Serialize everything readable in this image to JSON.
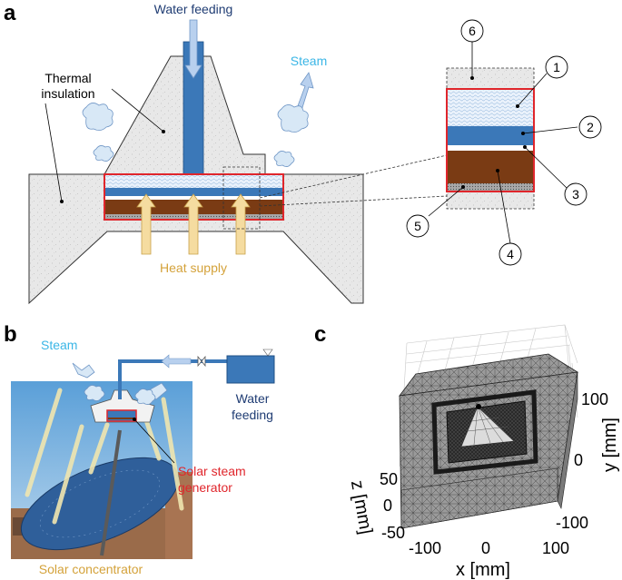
{
  "panel_a": {
    "letter": "a",
    "water_feeding": "Water feeding",
    "steam": "Steam",
    "thermal_insulation_line1": "Thermal",
    "thermal_insulation_line2": "insulation",
    "heat_supply": "Heat supply",
    "callouts": [
      "1",
      "2",
      "3",
      "4",
      "5",
      "6"
    ]
  },
  "panel_b": {
    "letter": "b",
    "steam": "Steam",
    "water_feeding_line1": "Water",
    "water_feeding_line2": "feeding",
    "solar_steam_generator_line1": "Solar steam",
    "solar_steam_generator_line2": "generator",
    "solar_concentrator": "Solar concentrator"
  },
  "panel_c": {
    "letter": "c",
    "x_ticks": [
      "-100",
      "0",
      "100"
    ],
    "x_label": "x [mm]",
    "y_ticks": [
      "100",
      "0",
      "-100"
    ],
    "y_label": "y [mm]",
    "z_ticks": [
      "50",
      "0",
      "-50"
    ],
    "z_label": "z [mm]"
  },
  "colors": {
    "insulation": "#e6e6e6",
    "water": "#3b78b8",
    "absorber": "#7a3b14",
    "frame": "#e0262c",
    "steam": "#3bb6e6",
    "heat": "#f5dca0",
    "heat_text": "#d4a23a",
    "navy_text": "#1f3c73",
    "mesh": "#555555"
  }
}
